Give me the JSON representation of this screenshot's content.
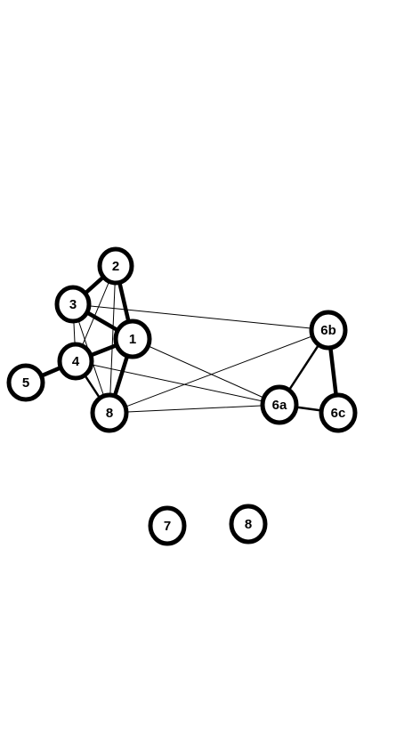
{
  "diagram": {
    "nodes": [
      {
        "id": "n2",
        "label": "2"
      },
      {
        "id": "n3",
        "label": "3"
      },
      {
        "id": "n1",
        "label": "1"
      },
      {
        "id": "n4",
        "label": "4"
      },
      {
        "id": "n5",
        "label": "5"
      },
      {
        "id": "n8a",
        "label": "8"
      },
      {
        "id": "n6b",
        "label": "6b"
      },
      {
        "id": "n6a",
        "label": "6a"
      },
      {
        "id": "n6c",
        "label": "6c"
      },
      {
        "id": "n7",
        "label": "7"
      },
      {
        "id": "n8b",
        "label": "8"
      }
    ],
    "edges": [
      {
        "from": "n2",
        "to": "n3",
        "weight": "heavy"
      },
      {
        "from": "n2",
        "to": "n1",
        "weight": "heavy"
      },
      {
        "from": "n2",
        "to": "n4",
        "weight": "thin"
      },
      {
        "from": "n2",
        "to": "n8a",
        "weight": "thin"
      },
      {
        "from": "n3",
        "to": "n1",
        "weight": "heavy"
      },
      {
        "from": "n3",
        "to": "n4",
        "weight": "thin"
      },
      {
        "from": "n3",
        "to": "n8a",
        "weight": "thin"
      },
      {
        "from": "n3",
        "to": "n6b",
        "weight": "thin"
      },
      {
        "from": "n1",
        "to": "n4",
        "weight": "heavy"
      },
      {
        "from": "n1",
        "to": "n8a",
        "weight": "heavy"
      },
      {
        "from": "n1",
        "to": "n6a",
        "weight": "thin"
      },
      {
        "from": "n4",
        "to": "n5",
        "weight": "heavy"
      },
      {
        "from": "n4",
        "to": "n8a",
        "weight": "medium"
      },
      {
        "from": "n4",
        "to": "n6a",
        "weight": "thin"
      },
      {
        "from": "n8a",
        "to": "n6a",
        "weight": "thin"
      },
      {
        "from": "n8a",
        "to": "n6b",
        "weight": "thin"
      },
      {
        "from": "n6a",
        "to": "n6b",
        "weight": "medium"
      },
      {
        "from": "n6a",
        "to": "n6c",
        "weight": "medium"
      },
      {
        "from": "n6b",
        "to": "n6c",
        "weight": "heavy"
      }
    ],
    "colors": {
      "background": "#ffffff",
      "stroke": "#000000",
      "node_fill": "#ffffff",
      "text": "#000000"
    }
  }
}
